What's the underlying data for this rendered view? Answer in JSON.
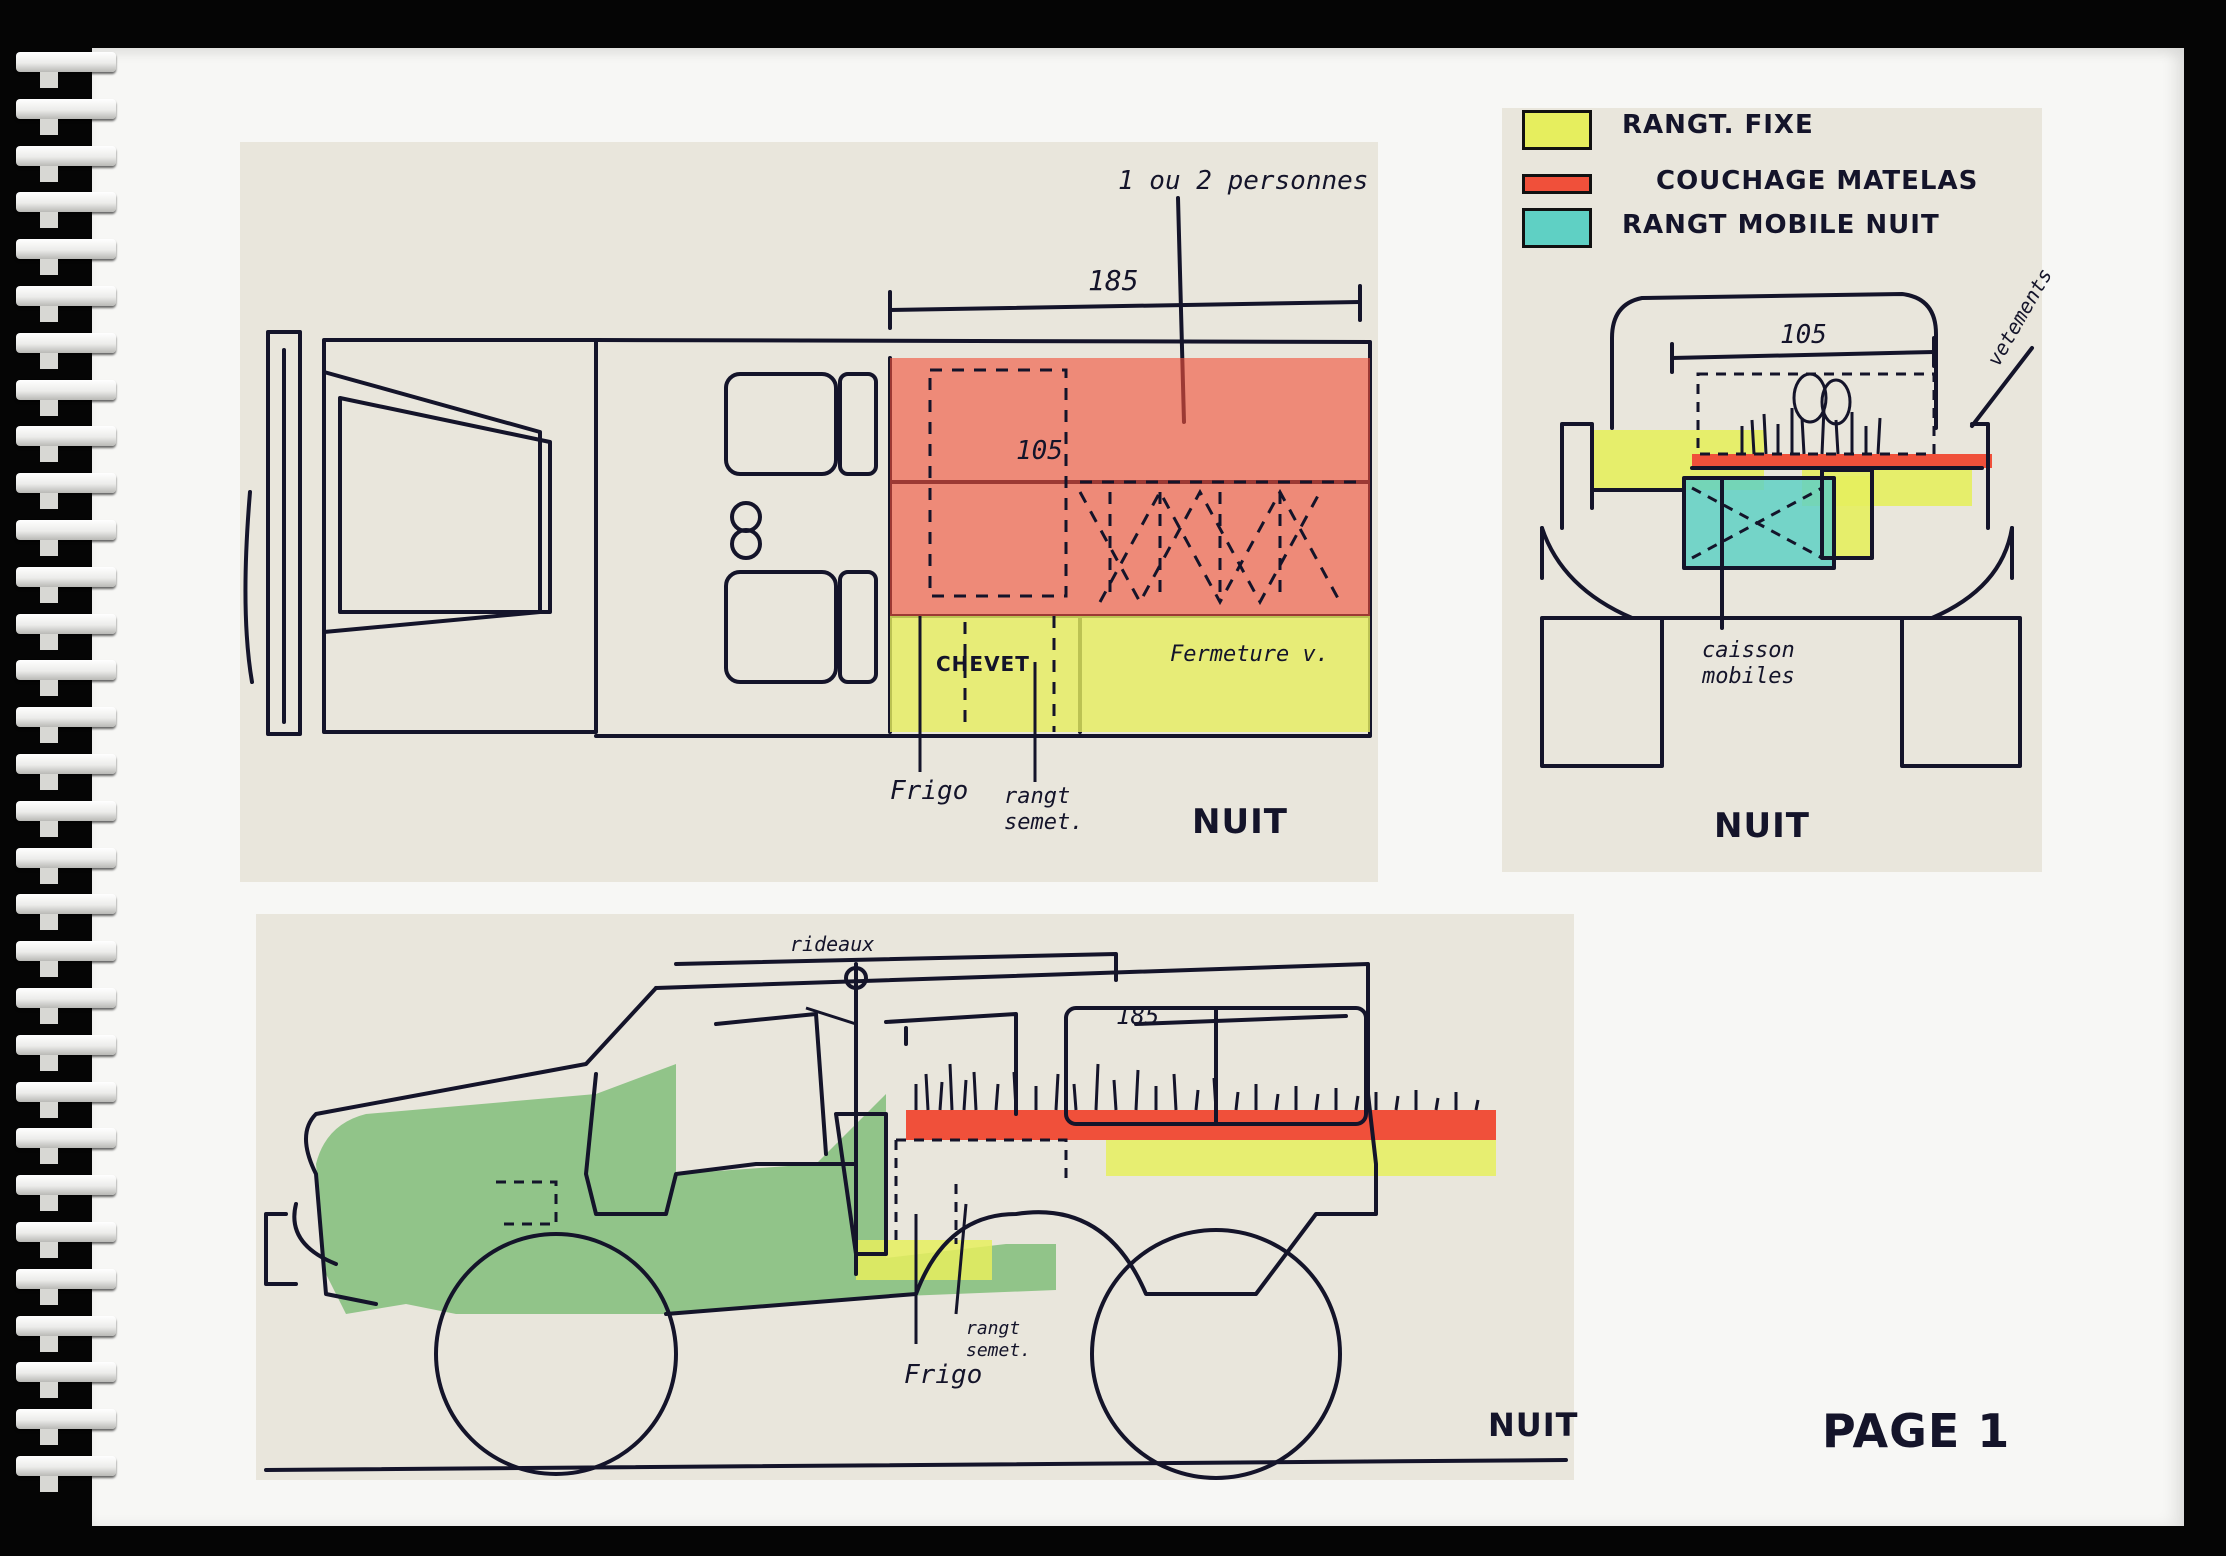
{
  "legend": {
    "items": [
      {
        "label": "RANGT. FIXE",
        "color": "#e6ee5e"
      },
      {
        "label": "COUCHAGE MATELAS",
        "color": "#f0503a"
      },
      {
        "label": "RANGT MOBILE NUIT",
        "color": "#5fd0c4"
      }
    ]
  },
  "top_view": {
    "persons_label": "1 ou 2 personnes",
    "length_dim": "185",
    "width_dim": "105",
    "chevet_label": "CHEVET",
    "fermeture_label": "Fermeture v.",
    "frigo_label": "Frigo",
    "rangt_label": "rangt semet.",
    "mode_label": "NUIT"
  },
  "front_view": {
    "width_dim": "105",
    "clothes_label": "vetements",
    "caisson_label": "caisson mobiles",
    "mode_label": "NUIT"
  },
  "side_view": {
    "curtains_label": "rideaux",
    "length_dim": "185",
    "frigo_label": "Frigo",
    "rangt_label": "rangt semet.",
    "mode_label": "NUIT"
  },
  "page_label": "PAGE 1",
  "colors": {
    "fixed_storage": "#e6ee5e",
    "mattress": "#f0503a",
    "mobile_storage": "#5fd0c4",
    "body": "#6bb565",
    "ink": "#14142a",
    "paper": "#e9e6dc"
  }
}
